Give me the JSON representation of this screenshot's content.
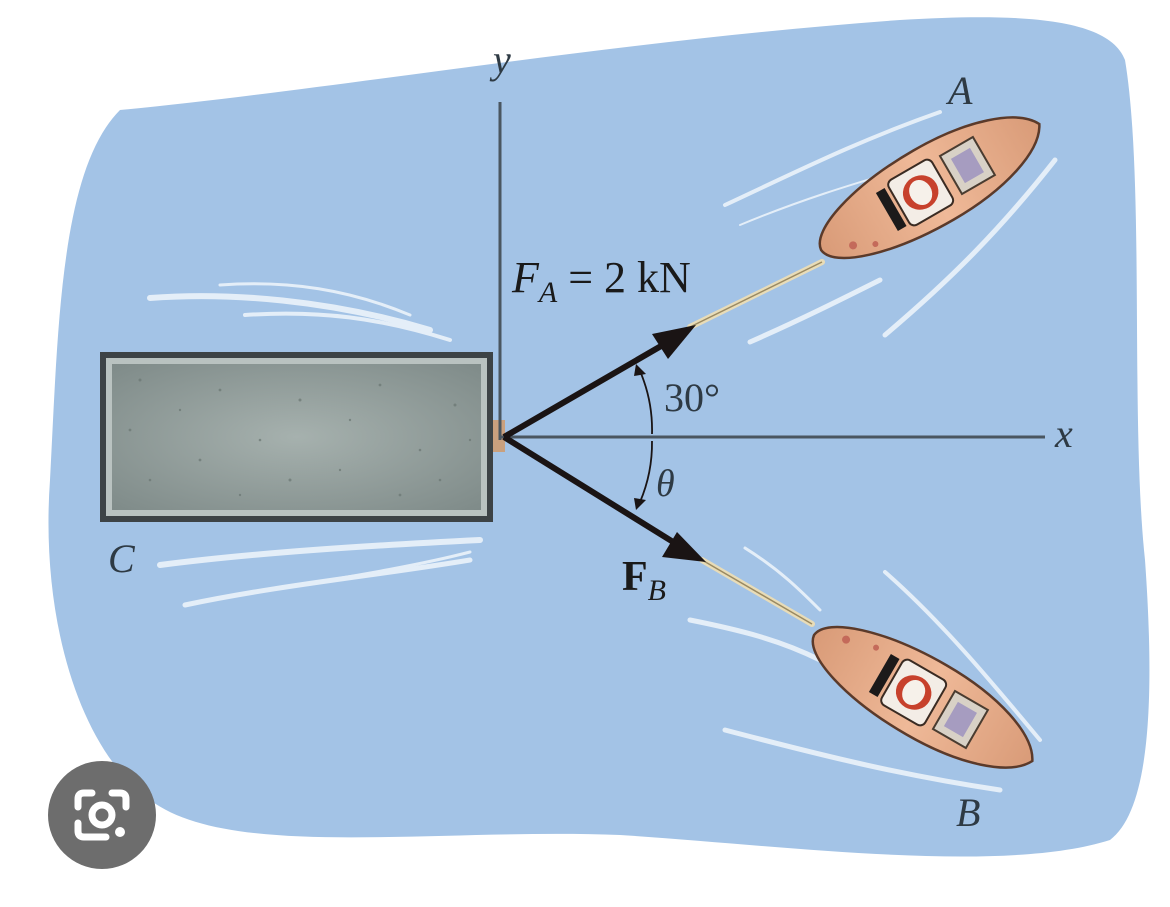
{
  "labels": {
    "y_axis": "y",
    "x_axis": "x",
    "boat_a": "A",
    "boat_b": "B",
    "barge": "C",
    "force_a_symbol": "F",
    "force_a_subscript": "A",
    "force_a_value": " = 2 kN",
    "force_b_symbol": "F",
    "force_b_subscript": "B",
    "angle_a": "30°",
    "angle_b": "θ"
  },
  "colors": {
    "water": "#a3c3e6",
    "barge_fill": "#8e9a98",
    "boat_hull": "#e0a887",
    "arrow": "#1a1414",
    "axis": "#4a5660"
  },
  "icons": {
    "visual_search": "camera-lens-icon"
  }
}
